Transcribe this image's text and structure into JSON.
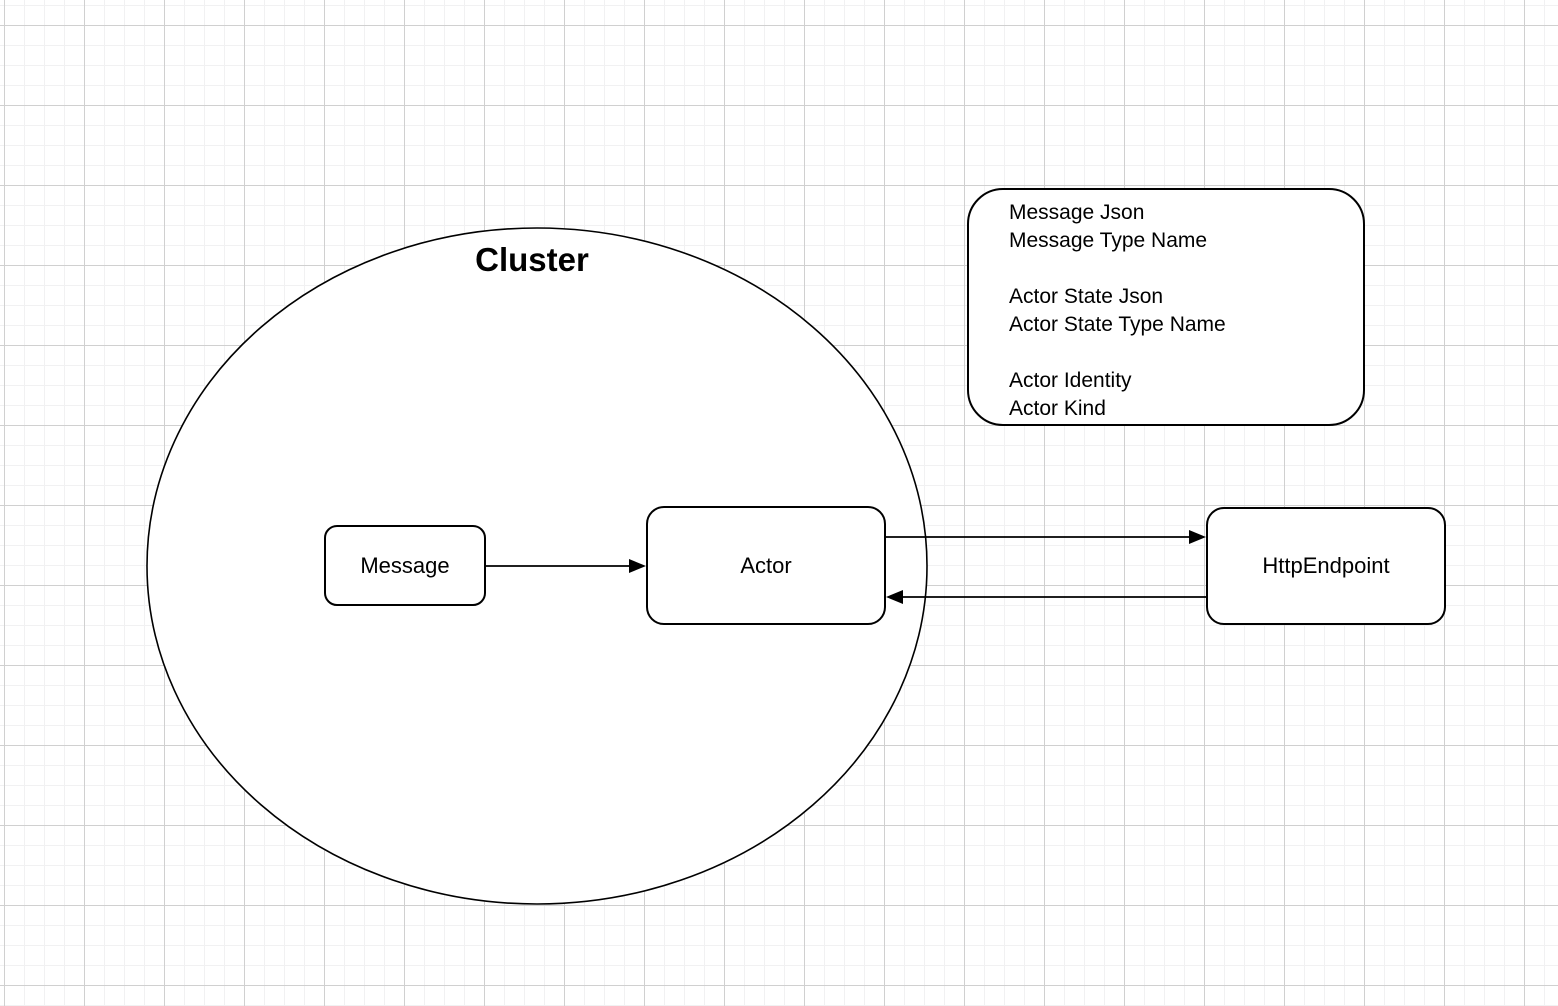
{
  "cluster": {
    "label": "Cluster"
  },
  "nodes": [
    {
      "id": "message",
      "label": "Message"
    },
    {
      "id": "actor",
      "label": "Actor"
    },
    {
      "id": "http-endpoint",
      "label": "HttpEndpoint"
    }
  ],
  "edges": [
    {
      "from": "message",
      "to": "actor"
    },
    {
      "from": "actor",
      "to": "http-endpoint"
    },
    {
      "from": "http-endpoint",
      "to": "actor"
    }
  ],
  "note": {
    "lines": [
      "Message Json",
      "Message Type Name",
      "",
      "Actor State Json",
      "Actor State Type Name",
      "",
      "Actor Identity",
      "Actor Kind"
    ]
  },
  "colors": {
    "shape_stroke": "#000000",
    "shape_fill": "#ffffff",
    "text": "#000000",
    "grid_minor": "#f1f1f2",
    "grid_major": "#d0d0d0",
    "background": "#ffffff"
  }
}
